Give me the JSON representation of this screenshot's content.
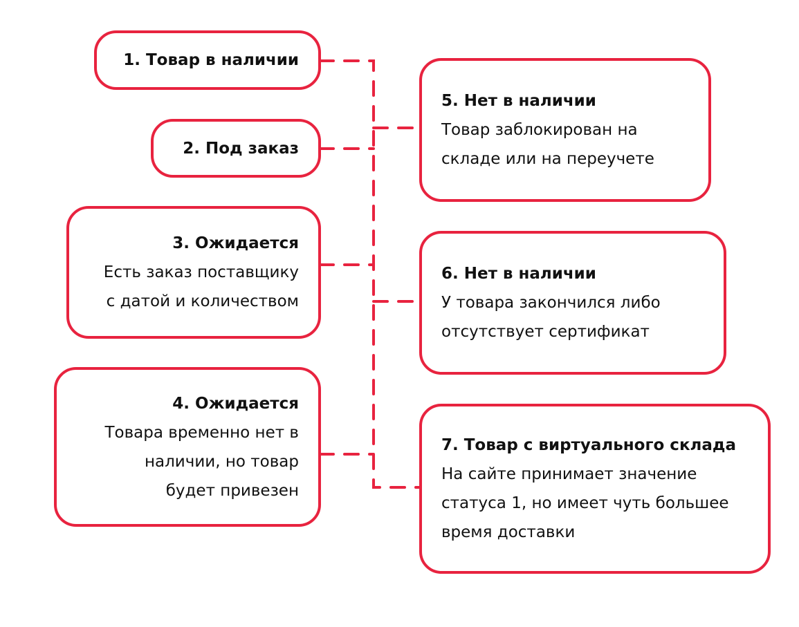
{
  "colors": {
    "accent": "#e8233f"
  },
  "statuses": [
    {
      "title": "1. Товар в наличии",
      "lines": []
    },
    {
      "title": "2. Под заказ",
      "lines": []
    },
    {
      "title": "3. Ожидается",
      "lines": [
        "Есть заказ поставщику",
        "с датой и количеством"
      ]
    },
    {
      "title": "4. Ожидается",
      "lines": [
        "Товара временно нет в",
        "наличии, но товар",
        "будет привезен"
      ]
    },
    {
      "title": "5. Нет в наличии",
      "lines": [
        "Товар заблокирован на",
        "складе или на переучете"
      ]
    },
    {
      "title": "6. Нет в наличии",
      "lines": [
        "У товара закончился либо",
        "отсутствует сертификат"
      ]
    },
    {
      "title": "7. Товар с виртуального склада",
      "lines": [
        "На сайте принимает значение",
        "статуса 1, но имеет чуть большее",
        "время доставки"
      ]
    }
  ]
}
